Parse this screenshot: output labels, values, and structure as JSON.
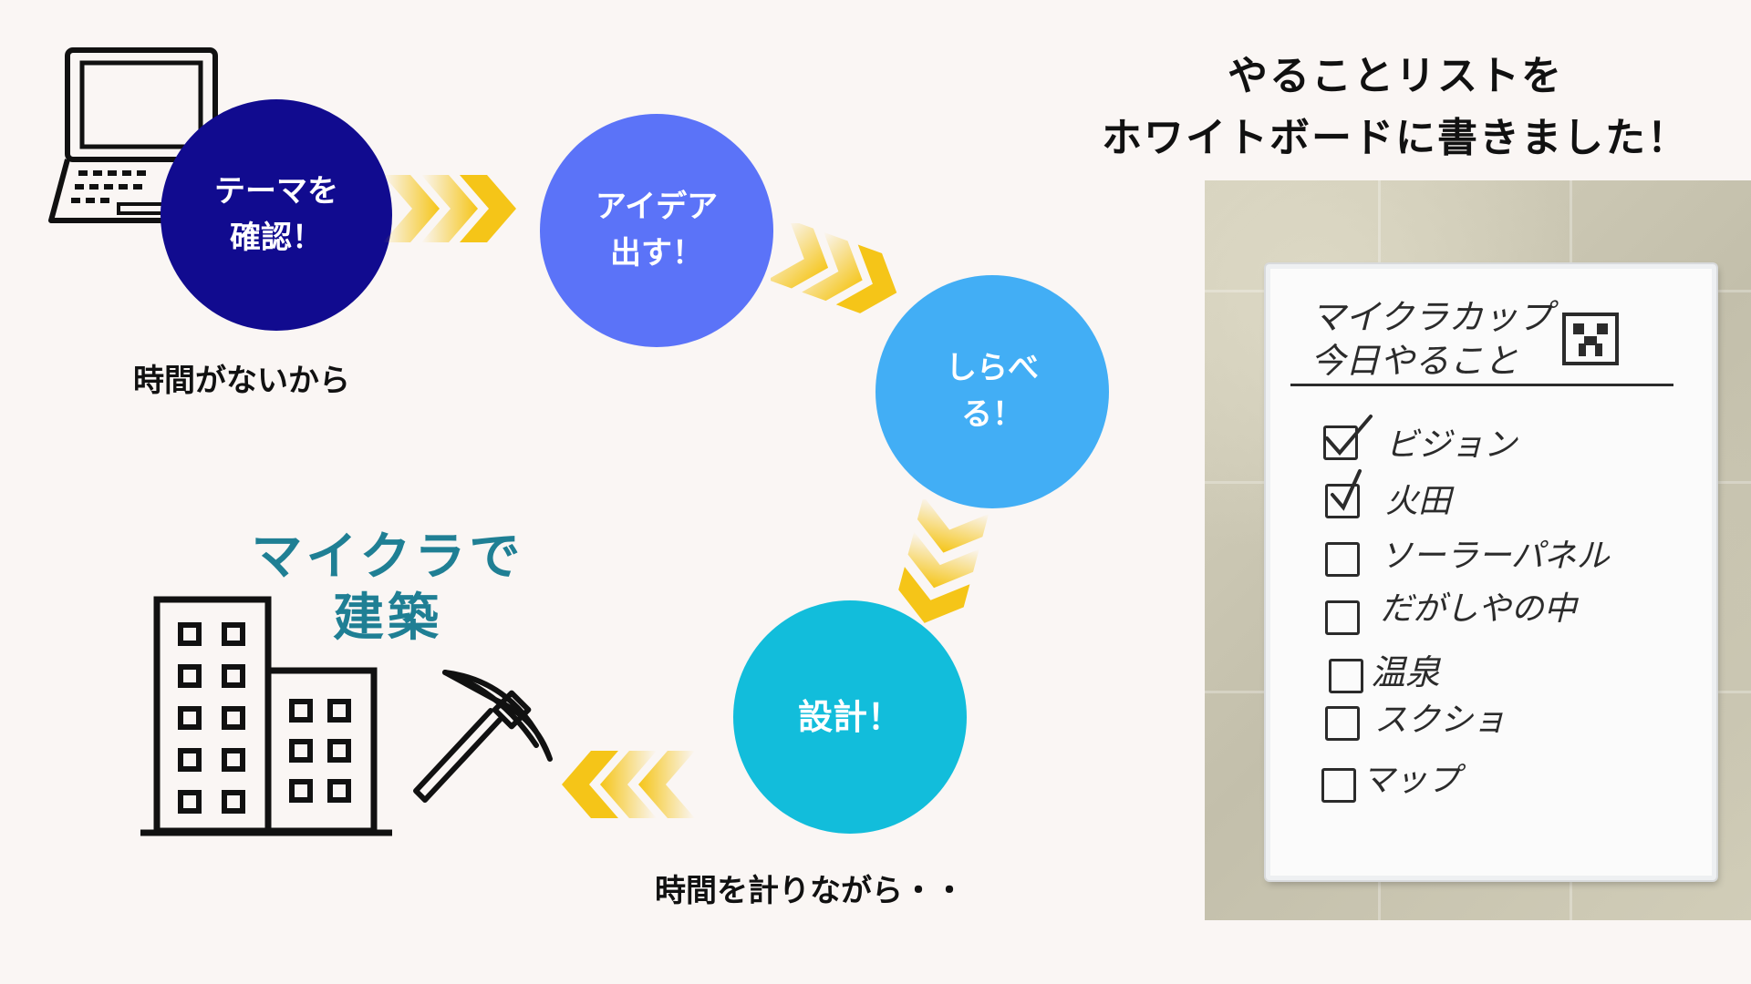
{
  "flow": {
    "steps": [
      {
        "label": "テーマを\n確認！",
        "color": "#110b8f"
      },
      {
        "label": "アイデア\n出す！",
        "color": "#5b73f8"
      },
      {
        "label": "しらべ\nる！",
        "color": "#42aef5"
      },
      {
        "label": "設計！",
        "color": "#12bddb"
      }
    ],
    "caption_theme": "時間がないから",
    "caption_design": "時間を計りながら・・",
    "banner": "マイクラで\n建築",
    "arrow_color": "#f5c518"
  },
  "heading": {
    "line1": "やることリストを",
    "line2": "ホワイトボードに書きました！"
  },
  "whiteboard": {
    "title_line1": "マイクラカップ",
    "title_line2": "今日やること",
    "items": [
      {
        "label": "ビジョン",
        "checked": true
      },
      {
        "label": "火田",
        "checked": true
      },
      {
        "label": "ソーラーパネル",
        "checked": false
      },
      {
        "label": "だがしやの中",
        "checked": false
      },
      {
        "label": "温泉",
        "checked": false
      },
      {
        "label": "スクショ",
        "checked": false
      },
      {
        "label": "マップ",
        "checked": false
      }
    ]
  }
}
